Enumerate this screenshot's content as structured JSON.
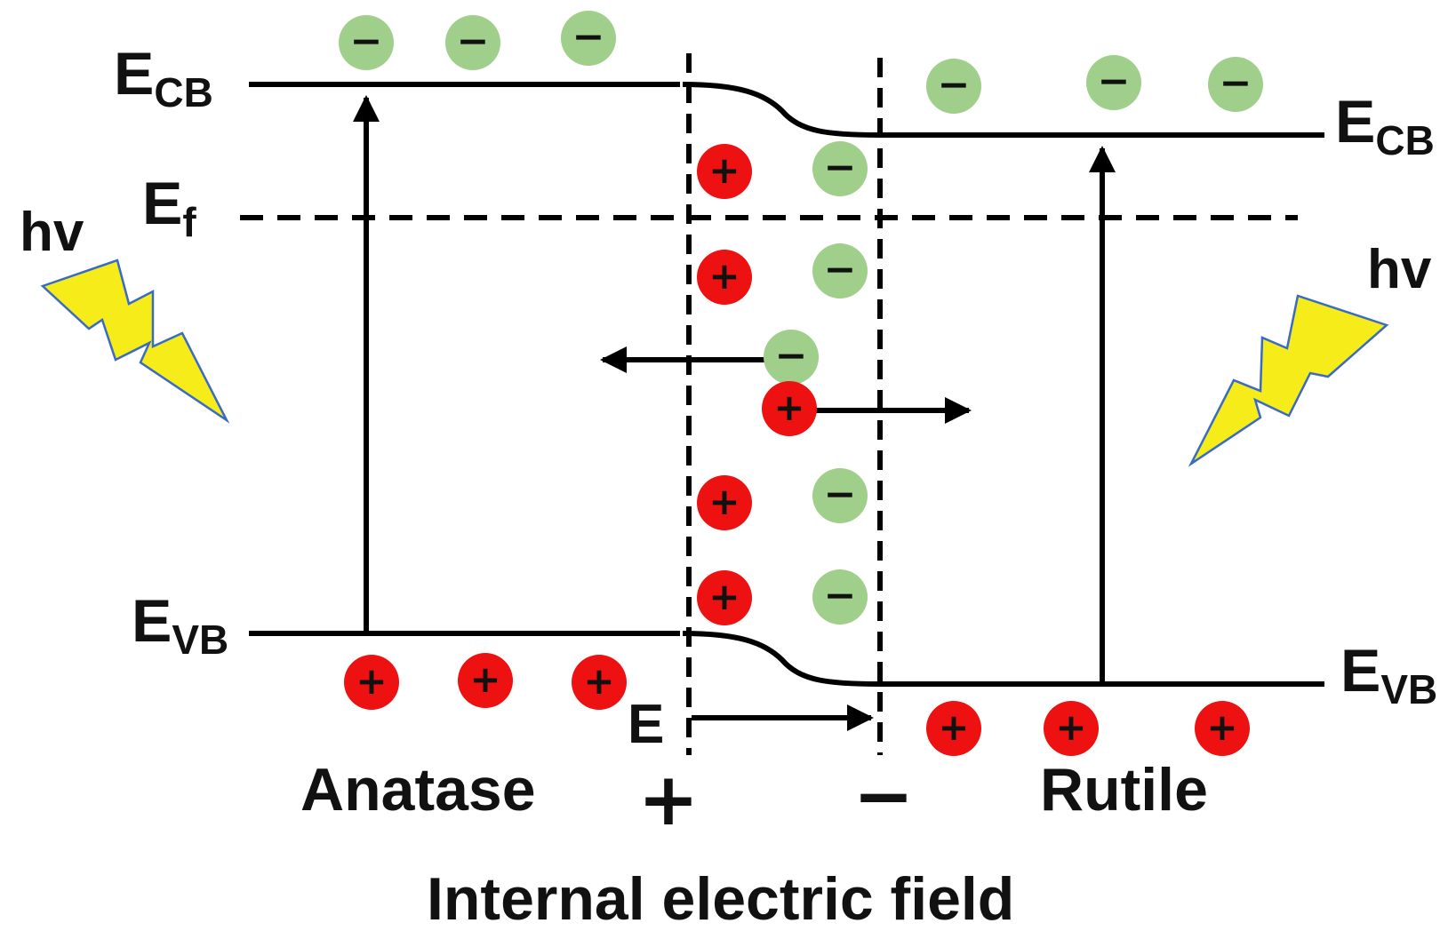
{
  "labels": {
    "ecb": "E",
    "ecb_sub": "CB",
    "ef": "E",
    "ef_sub": "f",
    "evb": "E",
    "evb_sub": "VB",
    "hv": "hv",
    "field_e": "E",
    "anatase": "Anatase",
    "rutile": "Rutile",
    "plus": "+",
    "minus": "−",
    "title": "Internal electric field"
  },
  "charges": {
    "electron_symbol": "−",
    "hole_symbol": "+"
  },
  "colors": {
    "electron_fill": "#9fcf8a",
    "hole_fill": "#ee1111",
    "charge_symbol": "#1f2a44",
    "bolt_fill": "#f5ec1a",
    "bolt_stroke": "#3a6bc4",
    "line": "#000000"
  },
  "icons": {
    "bolt": "lightning-bolt-icon"
  }
}
